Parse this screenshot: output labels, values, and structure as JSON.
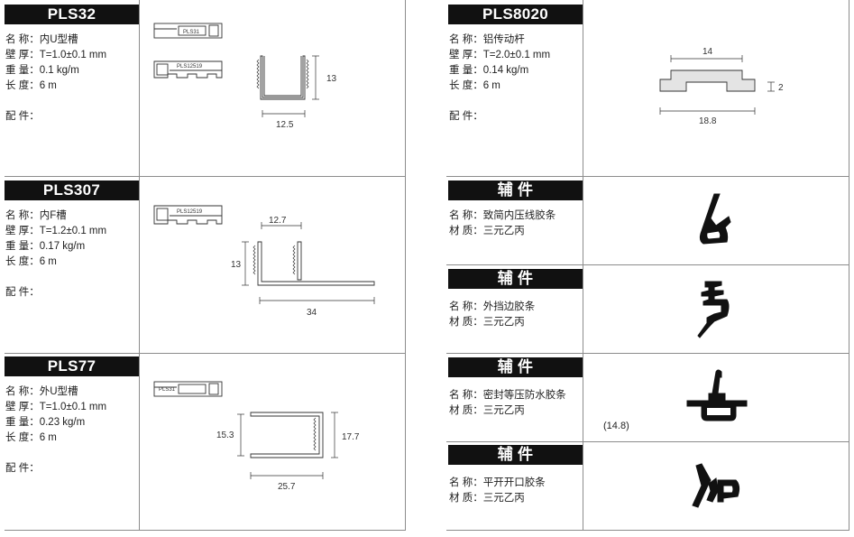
{
  "labels": {
    "name": "名 称：",
    "wall": "壁 厚：",
    "weight": "重 量：",
    "length": "长 度：",
    "accessory": "配 件：",
    "material": "材 质："
  },
  "products": [
    {
      "code": "PLS32",
      "name": "内U型槽",
      "wall": "T=1.0±0.1 mm",
      "weight": "0.1 kg/m",
      "length": "6 m",
      "accessories": [
        "PLS31",
        "PLS12519"
      ],
      "dims": [
        "13",
        "12.5"
      ]
    },
    {
      "code": "PLS307",
      "name": "内F槽",
      "wall": "T=1.2±0.1 mm",
      "weight": "0.17 kg/m",
      "length": "6 m",
      "accessories": [
        "PLS12519"
      ],
      "dims": [
        "12.7",
        "13",
        "34"
      ]
    },
    {
      "code": "PLS77",
      "name": "外U型槽",
      "wall": "T=1.0±0.1 mm",
      "weight": "0.23 kg/m",
      "length": "6 m",
      "accessories": [
        "PLS31"
      ],
      "dims": [
        "15.3",
        "17.7",
        "25.7"
      ]
    },
    {
      "code": "PLS8020",
      "name": "铝传动杆",
      "wall": "T=2.0±0.1 mm",
      "weight": "0.14 kg/m",
      "length": "6 m",
      "dims": [
        "14",
        "2",
        "18.8"
      ]
    }
  ],
  "auxiliary": [
    {
      "title": "辅 件",
      "name": "致简内压线胶条",
      "material": "三元乙丙"
    },
    {
      "title": "辅 件",
      "name": "外挡边胶条",
      "material": "三元乙丙"
    },
    {
      "title": "辅 件",
      "name": "密封等压防水胶条",
      "material": "三元乙丙",
      "note": "(14.8)"
    },
    {
      "title": "辅 件",
      "name": "平开开口胶条",
      "material": "三元乙丙"
    }
  ]
}
